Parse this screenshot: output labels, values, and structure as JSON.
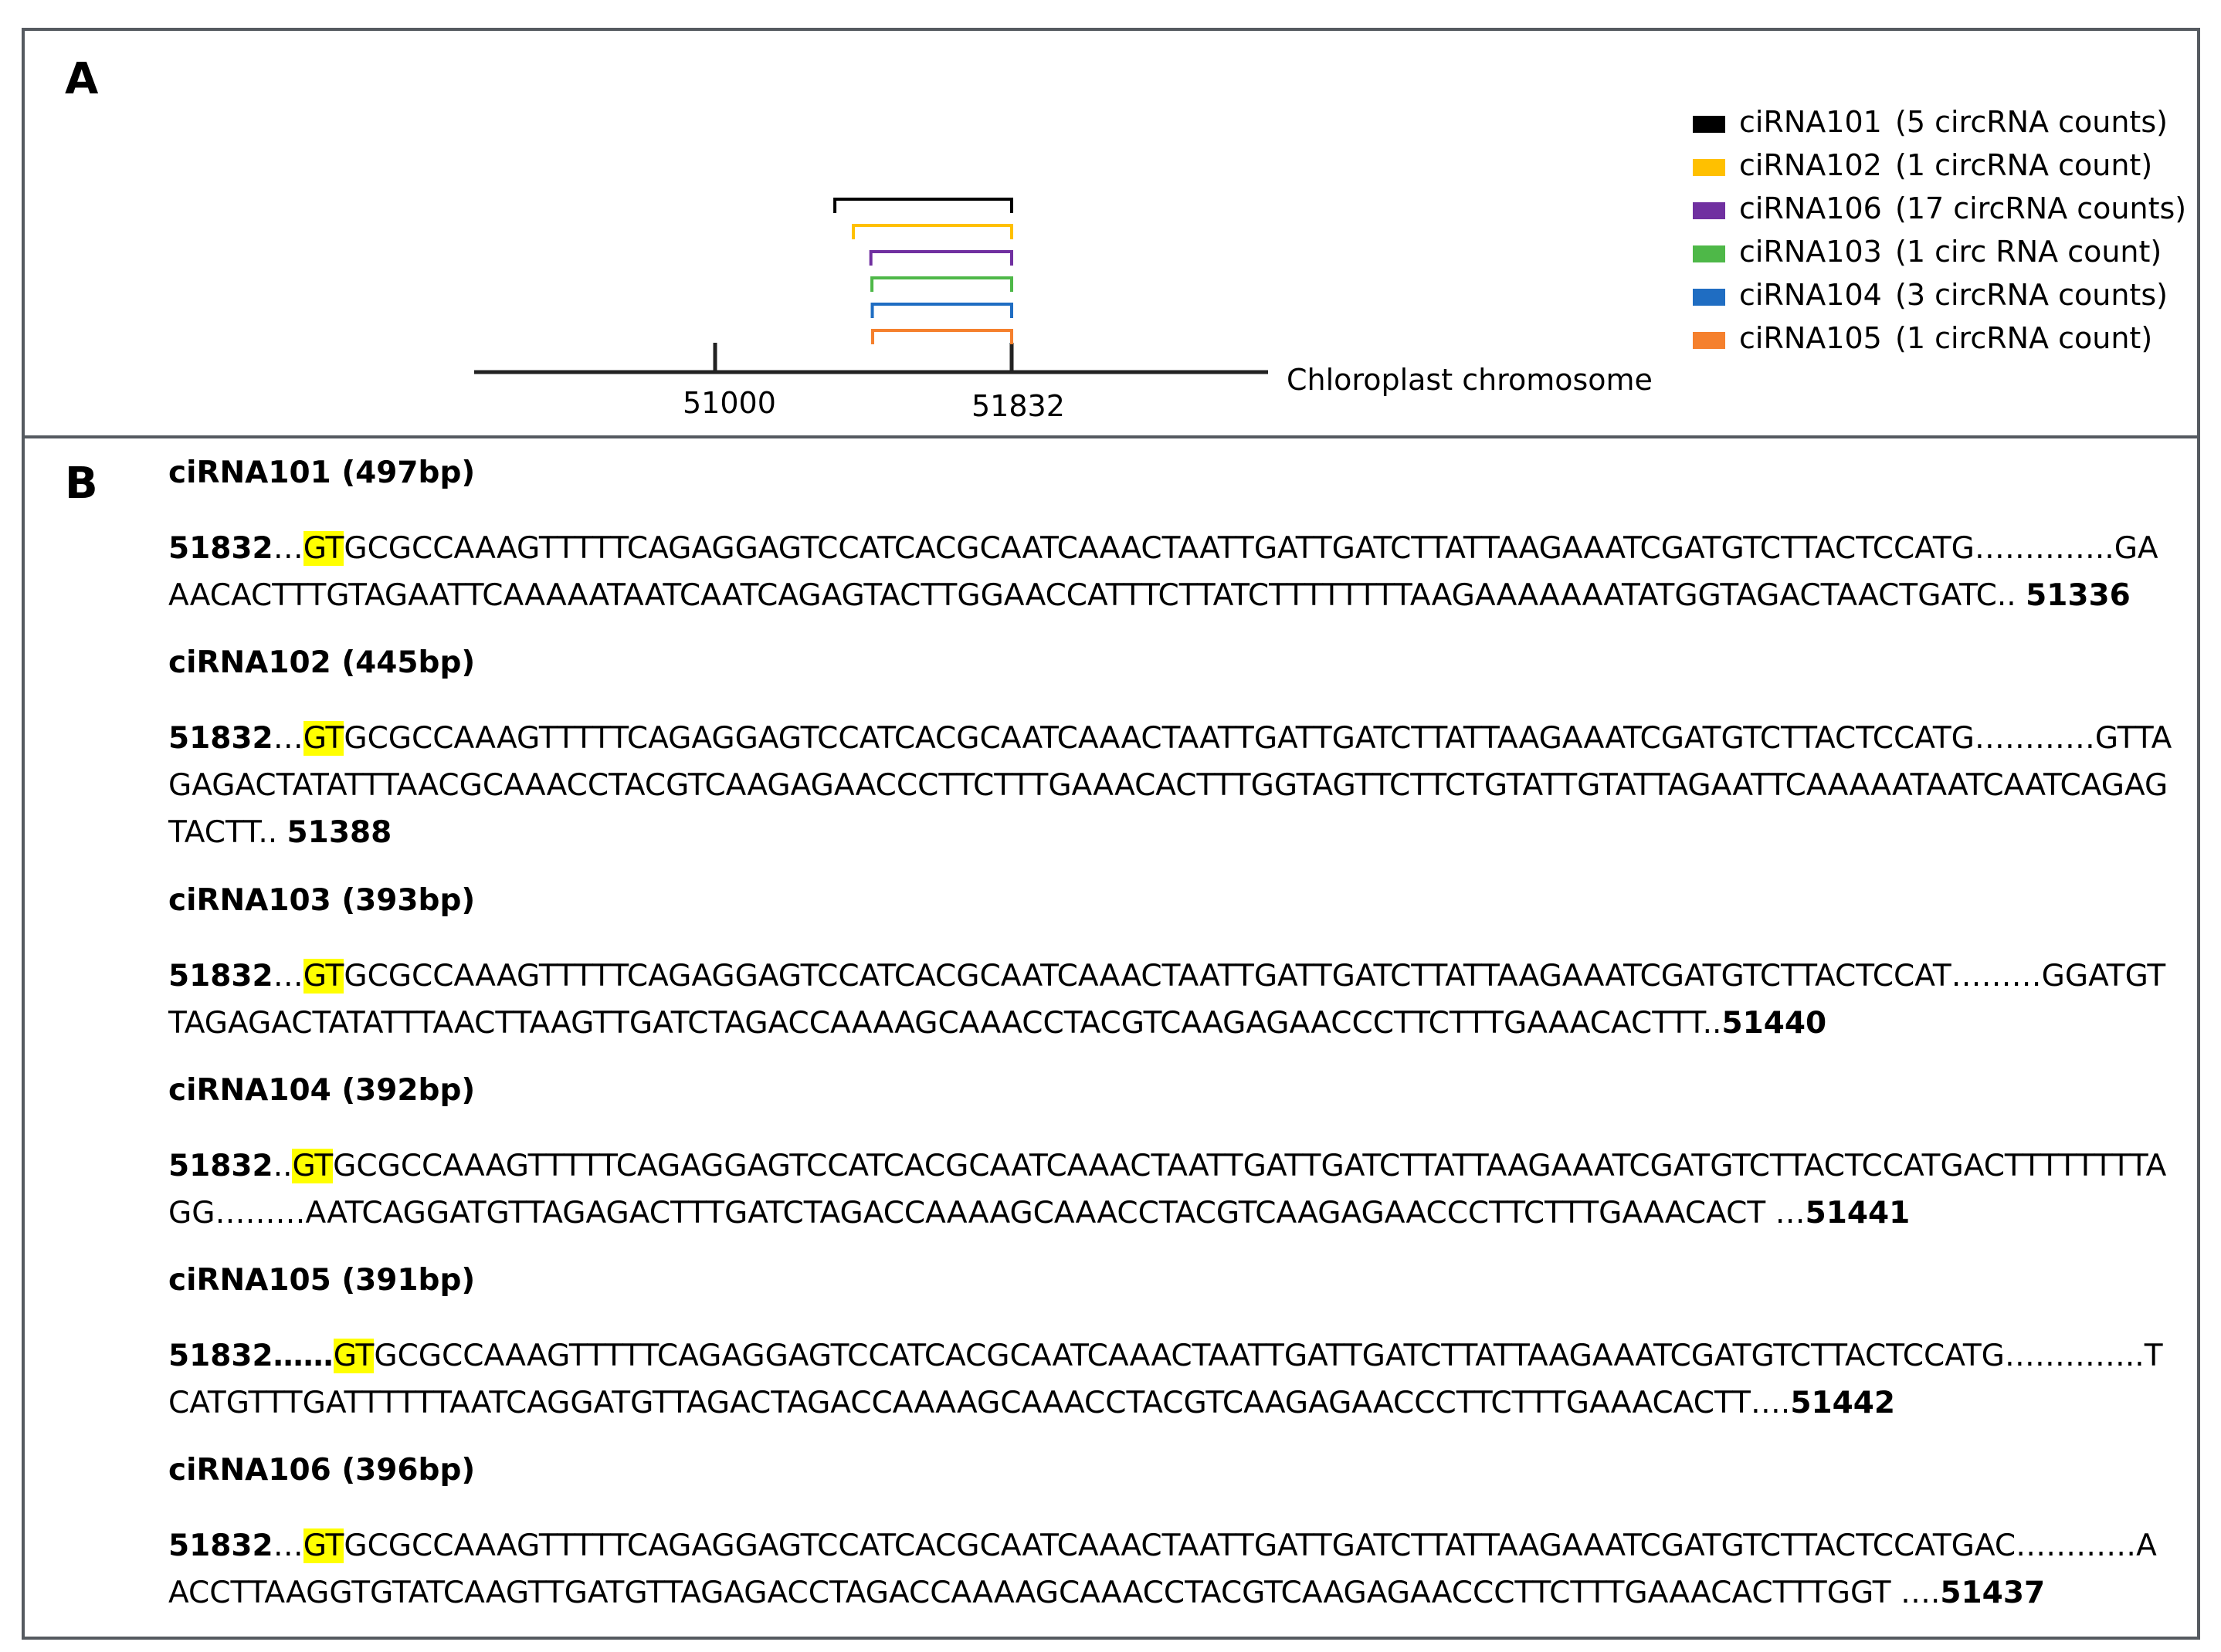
{
  "panel_a": {
    "letter": "A",
    "ticks": [
      "51000",
      "51832"
    ],
    "chromosome_label": "Chloroplast chromosome",
    "legend": [
      {
        "name": "ciRNA101",
        "count": "(5 circRNA counts)",
        "color": "#000000"
      },
      {
        "name": "ciRNA102",
        "count": "(1 circRNA count)",
        "color": "#ffc000"
      },
      {
        "name": "ciRNA106",
        "count": "(17 circRNA counts)",
        "color": "#7030a0"
      },
      {
        "name": "ciRNA103",
        "count": "(1 circ RNA count)",
        "color": "#4eb848"
      },
      {
        "name": "ciRNA104",
        "count": "(3 circRNA counts)",
        "color": "#1f6dc2"
      },
      {
        "name": "ciRNA105",
        "count": "(1 circRNA count)",
        "color": "#f5802d"
      }
    ],
    "arcs": [
      {
        "name": "ciRNA101",
        "start": 51336,
        "end": 51832,
        "color": "#000000"
      },
      {
        "name": "ciRNA102",
        "start": 51388,
        "end": 51832,
        "color": "#ffc000"
      },
      {
        "name": "ciRNA106",
        "start": 51437,
        "end": 51832,
        "color": "#7030a0"
      },
      {
        "name": "ciRNA103",
        "start": 51440,
        "end": 51832,
        "color": "#4eb848"
      },
      {
        "name": "ciRNA104",
        "start": 51441,
        "end": 51832,
        "color": "#1f6dc2"
      },
      {
        "name": "ciRNA105",
        "start": 51442,
        "end": 51832,
        "color": "#f5802d"
      }
    ]
  },
  "panel_b": {
    "letter": "B",
    "entries": [
      {
        "title": "ciRNA101 (497bp)",
        "start": "51832",
        "pre": "…",
        "gt": "GT",
        "seq": "GCGCCAAAGTTTTTCAGAGGAGTCCATCACGCAATCAAACTAATTGATTGATCTTATTAAGAAATCGATGTCTTACTCCATG…………..GAAACACTTTGTAGAATTCAAAAATAATCAATCAGAGTACTTGGAACCATTTCTTATCTTTTTTTTAAGAAAAAAATATGGTAGACTAACTGATC.. ",
        "end": "51336"
      },
      {
        "title": "ciRNA102 (445bp)",
        "start": "51832",
        "pre": "…",
        "gt": "GT",
        "seq": "GCGCCAAAGTTTTTCAGAGGAGTCCATCACGCAATCAAACTAATTGATTGATCTTATTAAGAAATCGATGTCTTACTCCATG…………GTTAGAGACTATATTTAACGCAAACCTACGTCAAGAGAACCCTTCTTTGAAACACTTTGGTAGTTCTTCTGTATTGTATTAGAATTCAAAAATAATCAATCAGAGTACTT.. ",
        "end": "51388"
      },
      {
        "title": "ciRNA103 (393bp)",
        "start": "51832",
        "pre": "…",
        "gt": "GT",
        "seq": "GCGCCAAAGTTTTTCAGAGGAGTCCATCACGCAATCAAACTAATTGATTGATCTTATTAAGAAATCGATGTCTTACTCCAT………GGATGTTAGAGACTATATTTAACTTAAGTTGATCTAGACCAAAAGCAAACCTACGTCAAGAGAACCCTTCTTTGAAACACTTT..",
        "end": "51440"
      },
      {
        "title": "ciRNA104 (392bp)",
        "start": "51832",
        "pre": "..",
        "gt": "GT",
        "seq": "GCGCCAAAGTTTTTCAGAGGAGTCCATCACGCAATCAAACTAATTGATTGATCTTATTAAGAAATCGATGTCTTACTCCATGACTTTTTTTTAGG………AATCAGGATGTTAGAGACTTTGATCTAGACCAAAAGCAAACCTACGTCAAGAGAACCCTTCTTTGAAACACT …",
        "end": "51441"
      },
      {
        "title": "ciRNA105 (391bp)",
        "start": "51832……",
        "pre": "",
        "gt": "GT",
        "seq": "GCGCCAAAGTTTTTCAGAGGAGTCCATCACGCAATCAAACTAATTGATTGATCTTATTAAGAAATCGATGTCTTACTCCATG…………..TCATGTTTGATTTTTTAATCAGGATGTTAGACTAGACCAAAAGCAAACCTACGTCAAGAGAACCCTTCTTTGAAACACTT….",
        "end": "51442"
      },
      {
        "title": "ciRNA106 (396bp)",
        "start": "51832",
        "pre": "…",
        "gt": "GT",
        "seq": "GCGCCAAAGTTTTTCAGAGGAGTCCATCACGCAATCAAACTAATTGATTGATCTTATTAAGAAATCGATGTCTTACTCCATGAC…………AACCTTAAGGTGTATCAAGTTGATGTTAGAGACCTAGACCAAAAGCAAACCTACGTCAAGAGAACCCTTCTTTGAAACACTTTGGT ….",
        "end": "51437"
      }
    ]
  }
}
